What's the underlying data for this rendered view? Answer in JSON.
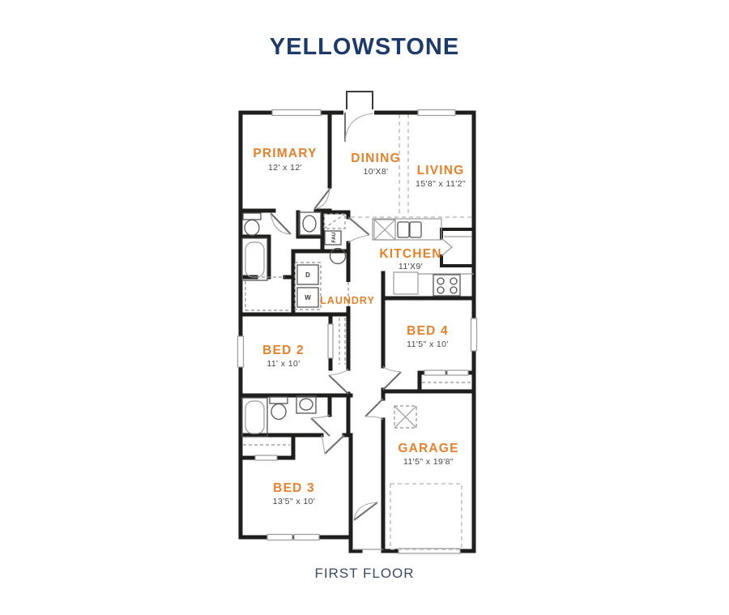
{
  "title": "YELLOWSTONE",
  "floor_label": "FIRST FLOOR",
  "colors": {
    "title": "#1c3a6b",
    "accent": "#e8802a",
    "dimension": "#45454d",
    "wall": "#1e1e1c",
    "footer": "#3c4a63"
  },
  "rooms": {
    "primary": {
      "name": "PRIMARY",
      "dims": "12' x 12'"
    },
    "dining": {
      "name": "DINING",
      "dims": "10'X8'"
    },
    "living": {
      "name": "LIVING",
      "dims": "15'8\" x 11'2\""
    },
    "kitchen": {
      "name": "KITCHEN",
      "dims": "11'X9'"
    },
    "laundry": {
      "name": "LAUNDRY"
    },
    "bed2": {
      "name": "BED 2",
      "dims": "11' x 10'"
    },
    "bed4": {
      "name": "BED 4",
      "dims": "11'5\" x 10'"
    },
    "bed3": {
      "name": "BED 3",
      "dims": "13'5\" x 10'"
    },
    "garage": {
      "name": "GARAGE",
      "dims": "11'5\" x 19'8\""
    }
  },
  "appliances": {
    "dryer": "D",
    "washer": "W",
    "fau": "FAU"
  }
}
